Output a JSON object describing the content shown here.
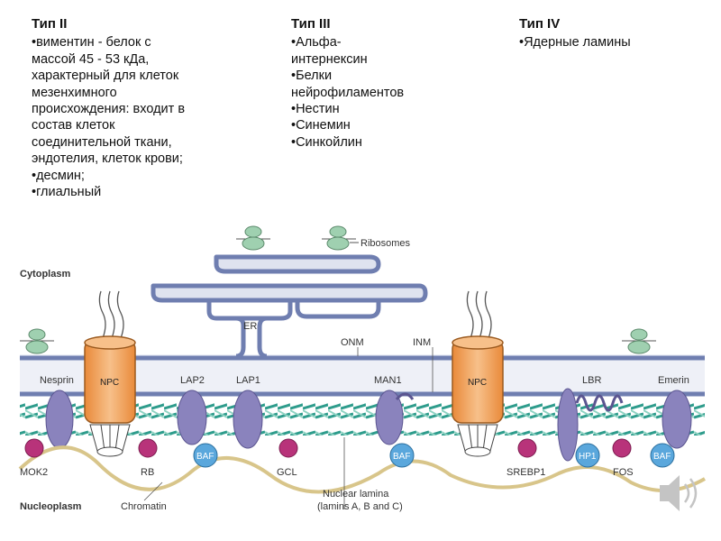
{
  "columns": [
    {
      "title": "Тип II",
      "items": [
        "•виментин - белок с\nмассой 45 - 53 кДа,\nхарактерный для клеток\nмезенхимного\nпроисхождения: входит в\nсостав клеток\nсоединительной ткани,\nэндотелия, клеток крови;",
        "•десмин;",
        "•глиальный"
      ]
    },
    {
      "title": "Тип III",
      "items": [
        "•Альфа-\nинтернексин",
        "•Белки\nнейрофиламентов",
        "•Нестин",
        "•Синемин",
        "•Синкойлин"
      ]
    },
    {
      "title": "Тип IV",
      "items": [
        "•Ядерные ламины"
      ]
    }
  ],
  "diagram": {
    "regions": {
      "cytoplasm": "Cytoplasm",
      "nucleoplasm": "Nucleoplasm"
    },
    "labels": {
      "ribosomes": "Ribosomes",
      "er": "ER",
      "onm": "ONM",
      "inm": "INM",
      "nesprin": "Nesprin",
      "npc_left": "NPC",
      "npc_right": "NPC",
      "lap2": "LAP2",
      "lap1": "LAP1",
      "man1": "MAN1",
      "lbr": "LBR",
      "emerin": "Emerin",
      "mok2": "MOK2",
      "rb": "RB",
      "gcl": "GCL",
      "srebp1": "SREBP1",
      "fos": "FOS",
      "hp1": "HP1",
      "baf1": "BAF",
      "baf2": "BAF",
      "baf3": "BAF",
      "chromatin": "Chromatin",
      "lamina_line1": "Nuclear lamina",
      "lamina_line2": "(lamins A, B and C)"
    },
    "colors": {
      "membrane": "#6f7eb0",
      "membrane_fill": "#dfe3ef",
      "npc": "#f2a45d",
      "inner_protein": "#8a83bd",
      "magenta": "#b8337a",
      "baf": "#5aa7dc",
      "lamina": "#2e9c8c",
      "chromatin": "#d8c58a",
      "ribosome": "#9fd0b0"
    }
  }
}
